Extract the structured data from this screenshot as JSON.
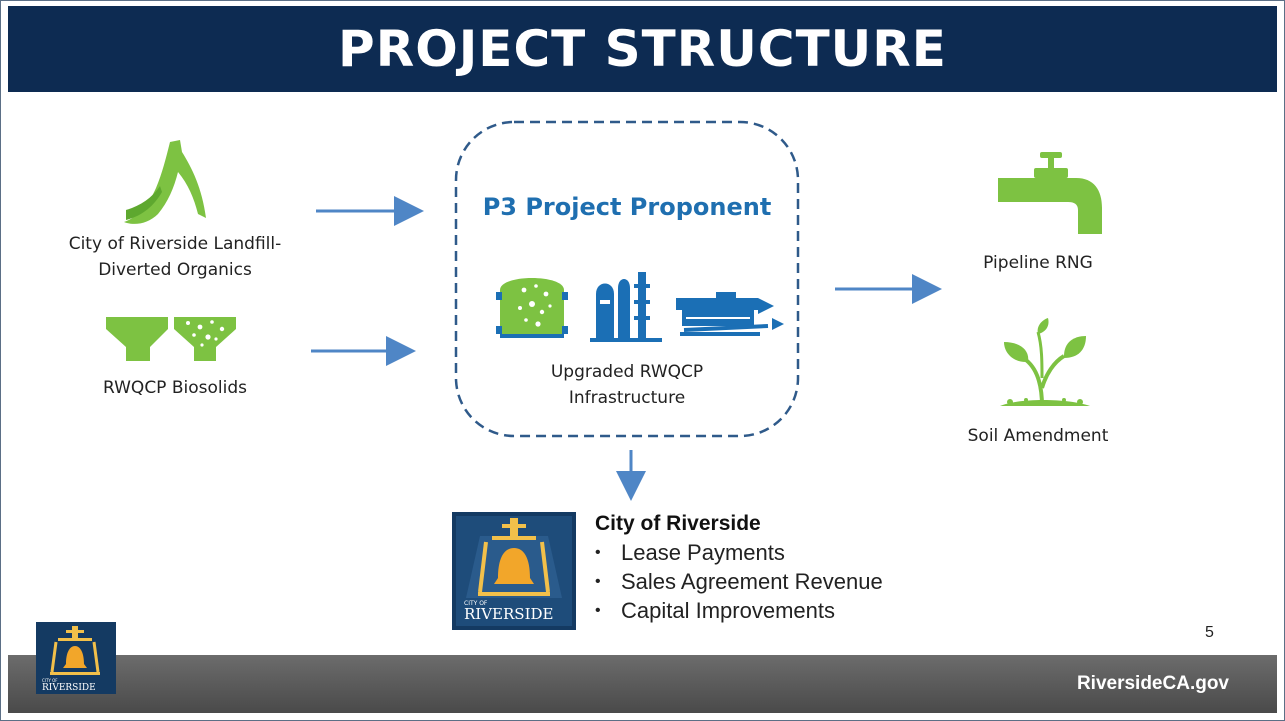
{
  "slide": {
    "title": "PROJECT STRUCTURE",
    "page_number": "5",
    "footer_url": "RiversideCA.gov"
  },
  "inputs": {
    "organics_label": "City of Riverside Landfill-\nDiverted Organics",
    "organics_line1": "City of Riverside Landfill-",
    "organics_line2": "Diverted Organics",
    "biosolids_label": "RWQCP Biosolids"
  },
  "proponent": {
    "title": "P3 Project Proponent",
    "infra_line1": "Upgraded RWQCP",
    "infra_line2": "Infrastructure"
  },
  "outputs": {
    "rng_label": "Pipeline RNG",
    "soil_label": "Soil Amendment"
  },
  "city": {
    "heading": "City of Riverside",
    "items": [
      "Lease Payments",
      "Sales Agreement Revenue",
      "Capital Improvements"
    ],
    "logo_small_text": "CITY OF",
    "logo_text": "RIVERSIDE"
  },
  "colors": {
    "title_bar": "#0d2b52",
    "icon_green": "#7dc242",
    "icon_blue": "#1b6fb5",
    "arrow": "#4f86c6",
    "dashed_border": "#2f5a8a",
    "proponent_text": "#1f6fb0",
    "footer": "#5a5a5a"
  },
  "icons": [
    "banana-peel-icon",
    "biosolids-hopper-icon",
    "digester-icon",
    "refinery-icon",
    "dewatering-press-icon",
    "faucet-icon",
    "sprout-icon",
    "riverside-bell-logo"
  ]
}
